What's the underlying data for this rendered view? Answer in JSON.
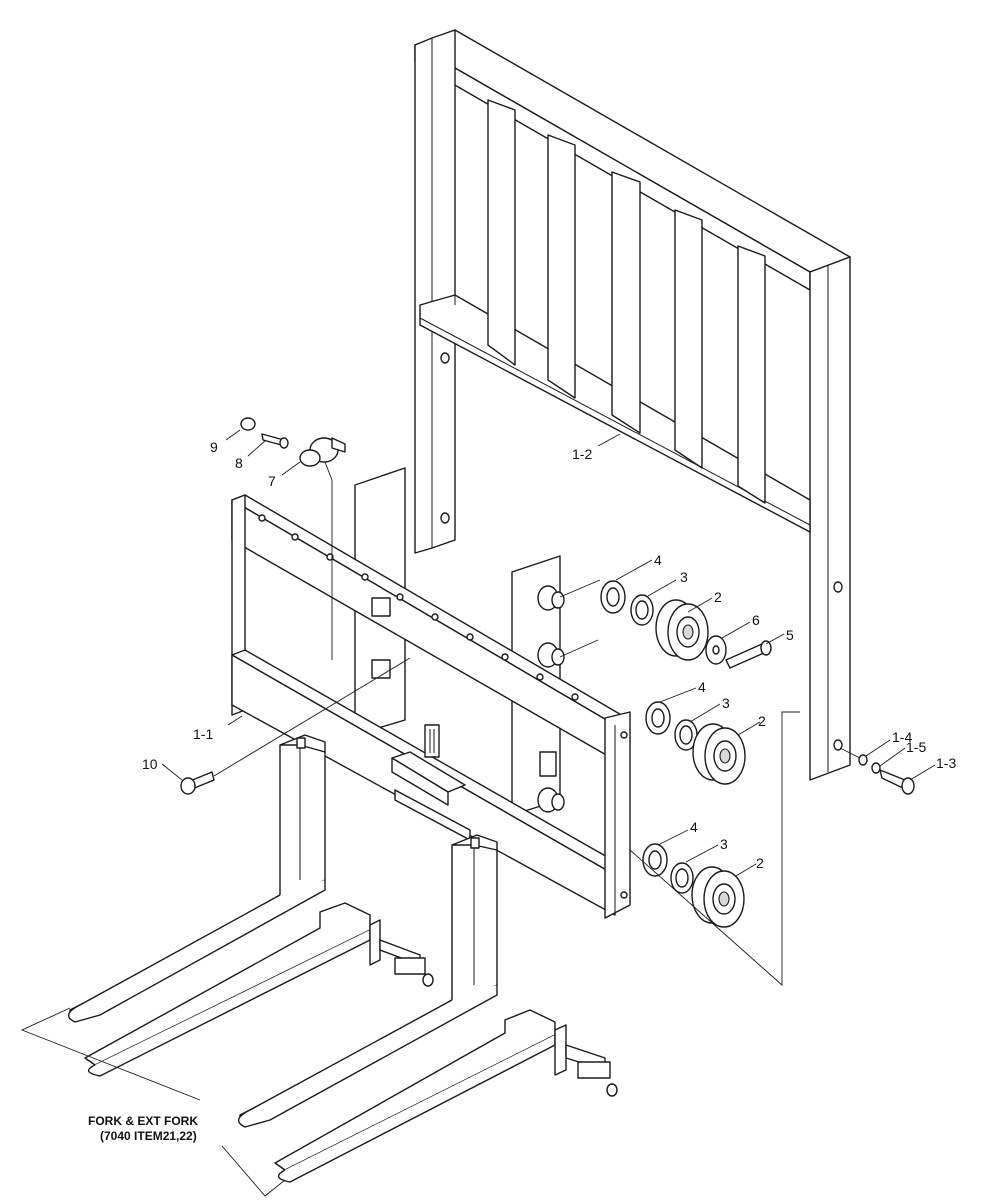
{
  "callouts": {
    "c9": "9",
    "c8": "8",
    "c7": "7",
    "c1_2": "1-2",
    "c1_1": "1-1",
    "c10": "10",
    "c4a": "4",
    "c3a": "3",
    "c2a": "2",
    "c6": "6",
    "c5": "5",
    "c4b": "4",
    "c3b": "3",
    "c2b": "2",
    "c4c": "4",
    "c3c": "3",
    "c2c": "2",
    "c1_4": "1-4",
    "c1_5": "1-5",
    "c1_3": "1-3"
  },
  "note": {
    "line1": "FORK & EXT FORK",
    "line2": "(7040 ITEM21,22)"
  }
}
